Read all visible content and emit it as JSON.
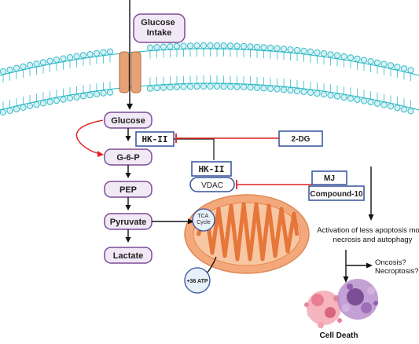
{
  "nodes": {
    "glucose_intake": "Glucose\nIntake",
    "glucose": "Glucose",
    "g6p": "G-6-P",
    "pep": "PEP",
    "pyruvate": "Pyruvate",
    "lactate": "Lactate",
    "hk2_top": "HK-II",
    "hk2_bound": "HK-II",
    "vdac": "VDAC",
    "tca": "TCA\nCycle",
    "atp": "+36 ATP"
  },
  "inhibitors": {
    "two_dg": "2-DG",
    "mj": "MJ",
    "compound10": "Compound-10"
  },
  "outcomes": {
    "activation": "Activation of less apoptosis more\nnecrosis and autophagy",
    "oncosis": "Oncosis?\nNecroptosis?",
    "cell_death": "Cell Death"
  },
  "colors": {
    "purple_border": "#7c4c98",
    "purple_fill": "#f1e9f6",
    "blue_border": "#34509a",
    "membrane_cyan": "#35bcc8",
    "channel": "#e6a277",
    "mito_outer": "#f3a97c",
    "mito_inner": "#e9824c",
    "inhibit_red": "#e02020"
  }
}
